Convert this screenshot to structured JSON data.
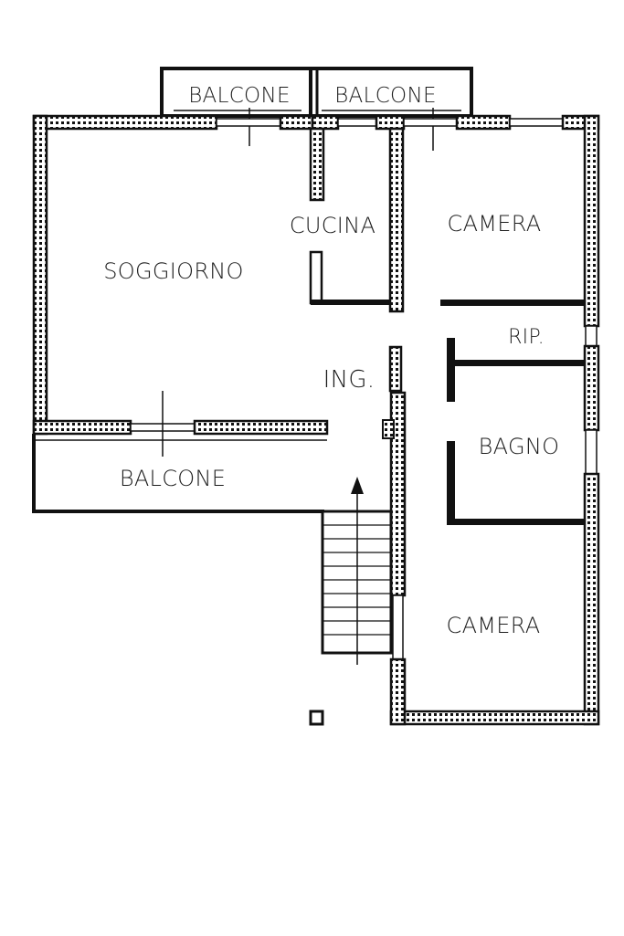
{
  "rooms": {
    "balcone_top_left": "BALCONE",
    "balcone_top_right": "BALCONE",
    "cucina": "CUCINA",
    "camera_top": "CAMERA",
    "soggiorno": "SOGGIORNO",
    "ripostiglio": "RIP.",
    "ingresso": "ING.",
    "bagno": "BAGNO",
    "balcone_bottom": "BALCONE",
    "camera_bottom": "CAMERA"
  },
  "colors": {
    "wall": "#111111",
    "text": "#1e1e1e",
    "background": "#ffffff"
  }
}
